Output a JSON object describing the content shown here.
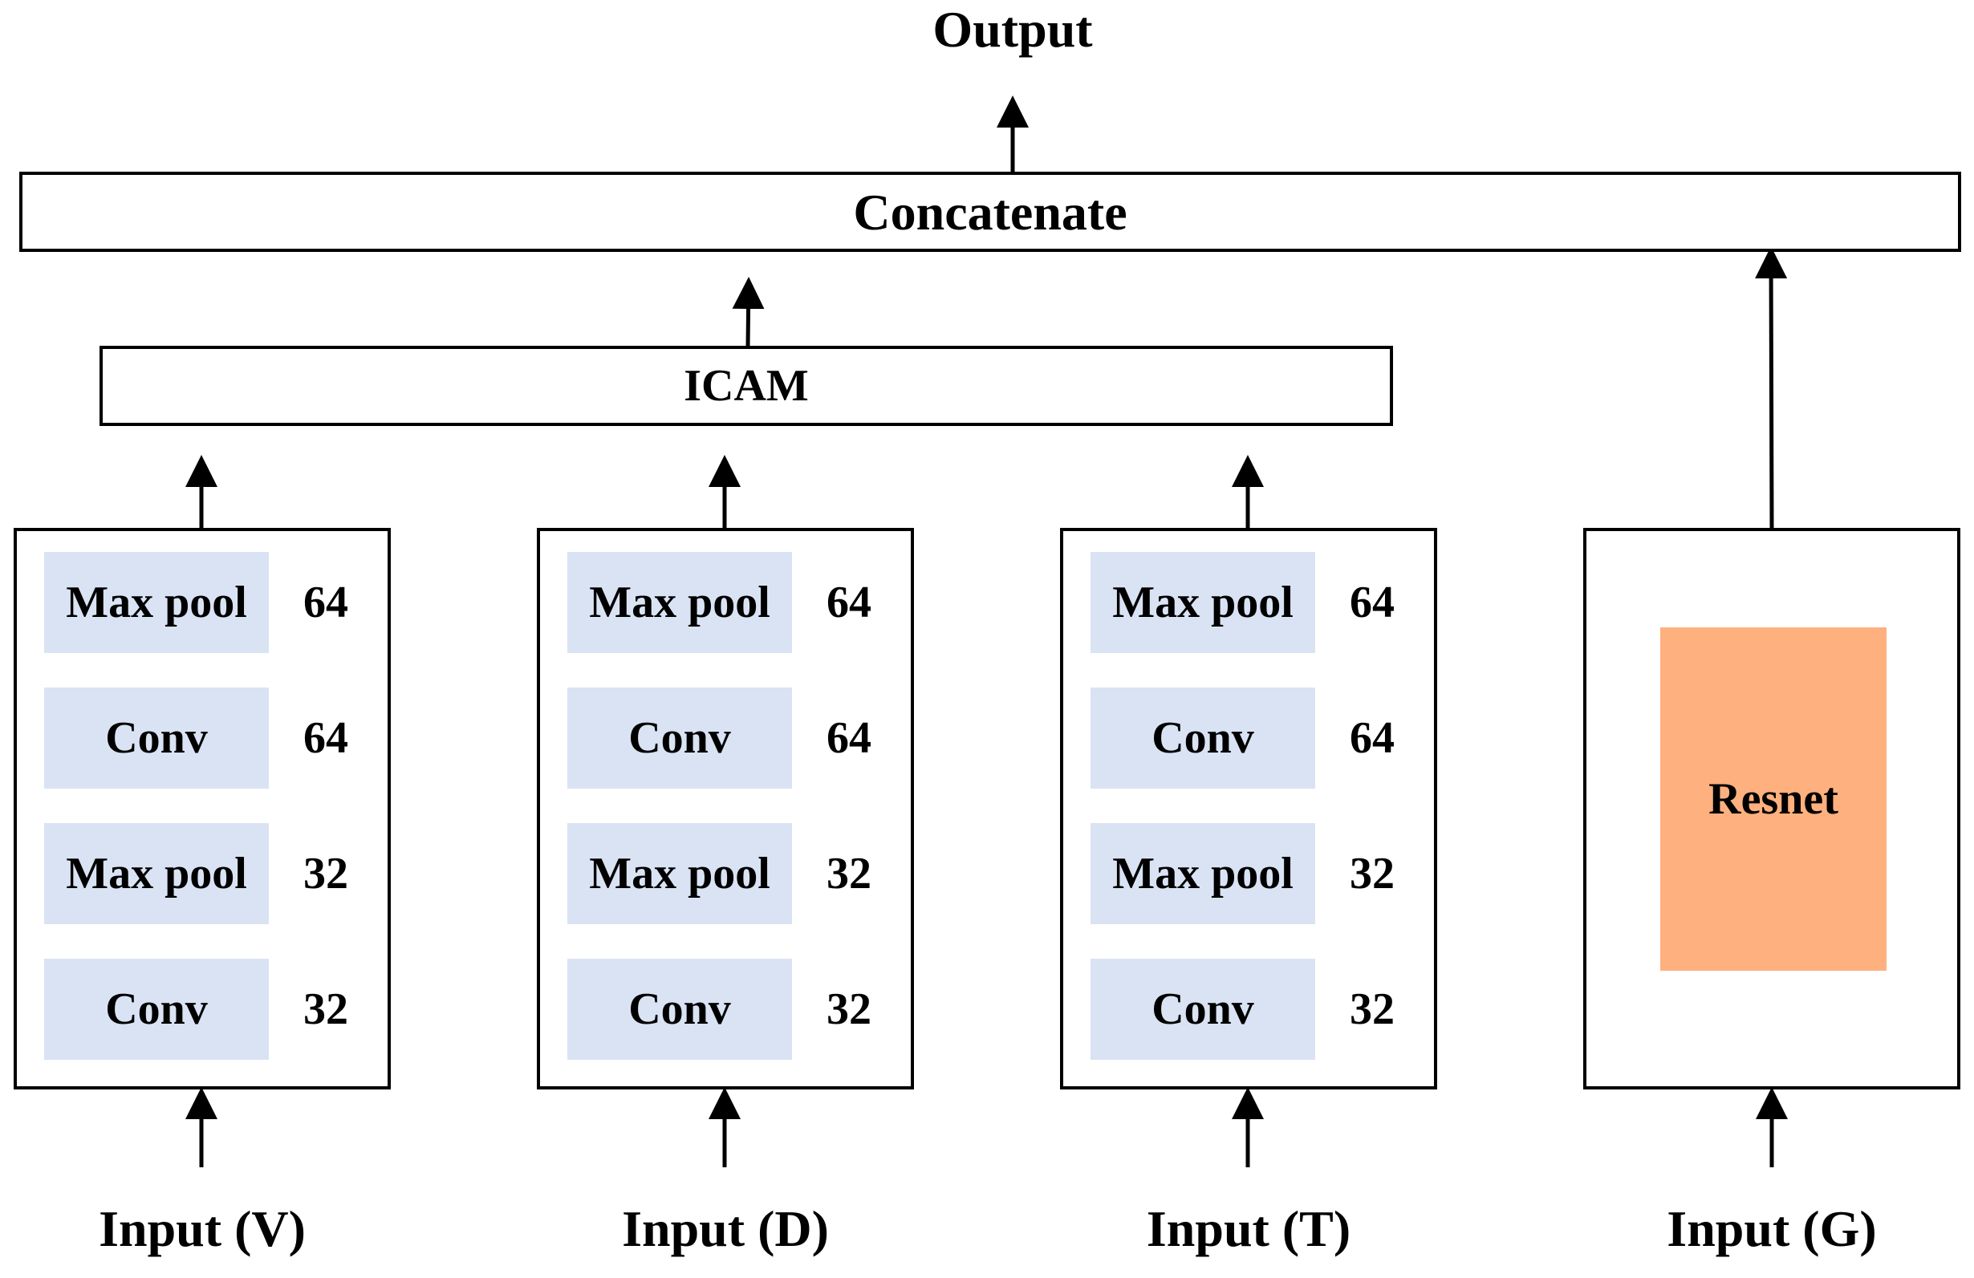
{
  "output_label": "Output",
  "concatenate_label": "Concatenate",
  "icam_label": "ICAM",
  "branches": [
    {
      "input_label": "Input (V)",
      "layers": [
        {
          "name": "Max pool",
          "channels": "64"
        },
        {
          "name": "Conv",
          "channels": "64"
        },
        {
          "name": "Max pool",
          "channels": "32"
        },
        {
          "name": "Conv",
          "channels": "32"
        }
      ]
    },
    {
      "input_label": "Input (D)",
      "layers": [
        {
          "name": "Max pool",
          "channels": "64"
        },
        {
          "name": "Conv",
          "channels": "64"
        },
        {
          "name": "Max pool",
          "channels": "32"
        },
        {
          "name": "Conv",
          "channels": "32"
        }
      ]
    },
    {
      "input_label": "Input (T)",
      "layers": [
        {
          "name": "Max pool",
          "channels": "64"
        },
        {
          "name": "Conv",
          "channels": "64"
        },
        {
          "name": "Max pool",
          "channels": "32"
        },
        {
          "name": "Conv",
          "channels": "32"
        }
      ]
    }
  ],
  "g_branch": {
    "input_label": "Input (G)",
    "block_label": "Resnet"
  },
  "colors": {
    "layer_fill": "#dae3f3",
    "resnet_fill": "#ffb07f",
    "stroke": "#000000"
  }
}
